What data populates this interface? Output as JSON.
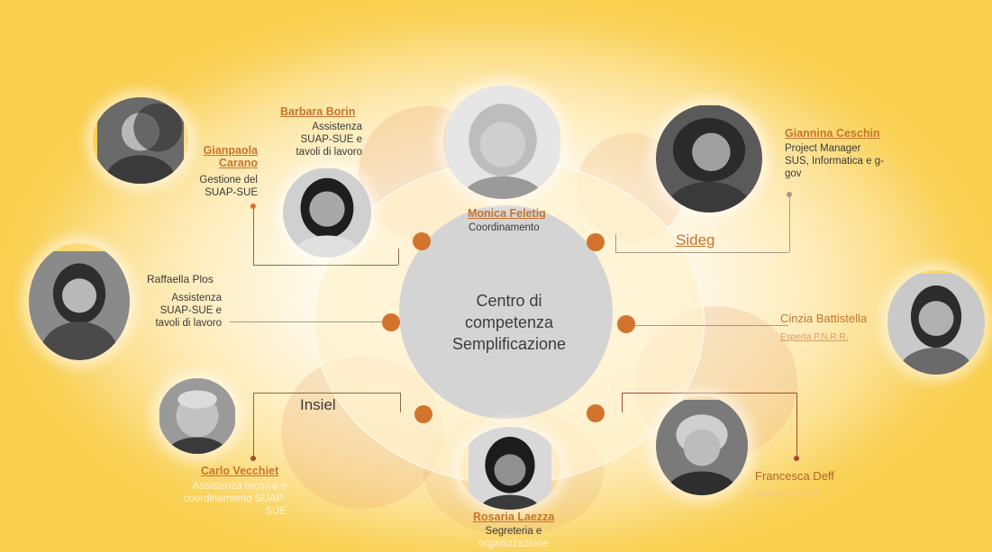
{
  "center": {
    "line1": "Centro di",
    "line2": "competenza",
    "line3": "Semplificazione"
  },
  "groups": {
    "sideg": "Sideg",
    "insiel": "Insiel"
  },
  "people": {
    "monica": {
      "name": "Monica Feletig",
      "role": "Coordinamento"
    },
    "barbara": {
      "name": "Barbara Borin",
      "role1": "Assistenza",
      "role2": "SUAP-SUE e",
      "role3": "tavoli di lavoro"
    },
    "gianpaola": {
      "name1": "Gianpaola",
      "name2": "Carano",
      "role1": "Gestione del",
      "role2": "SUAP-SUE"
    },
    "giannina": {
      "name": "Giannina  Ceschin",
      "role1": "Project Manager",
      "role2": "SUS, Informatica e g-",
      "role3": "gov"
    },
    "raffaella": {
      "name": "Raffaella Plos",
      "role1": "Assistenza",
      "role2": "SUAP-SUE e",
      "role3": "tavoli di lavoro"
    },
    "cinzia": {
      "name": "Cinzia Battistella",
      "role": "Esperta P.N.R.R."
    },
    "carlo": {
      "name": "Carlo Vecchiet",
      "role1": "Assistenza tecnica e",
      "role2": "coordinamento SUAP-",
      "role3": "SUE"
    },
    "francesca": {
      "name": "Francesca Deff",
      "role": "Esperta P.N.R.R."
    },
    "rosaria": {
      "name": "Rosaria Laezza",
      "role1": "Segreteria e",
      "role2": "organizzazione"
    }
  },
  "colors": {
    "accent": "#d2742c",
    "name": "#c8742c",
    "background": "#f9cf4e"
  }
}
